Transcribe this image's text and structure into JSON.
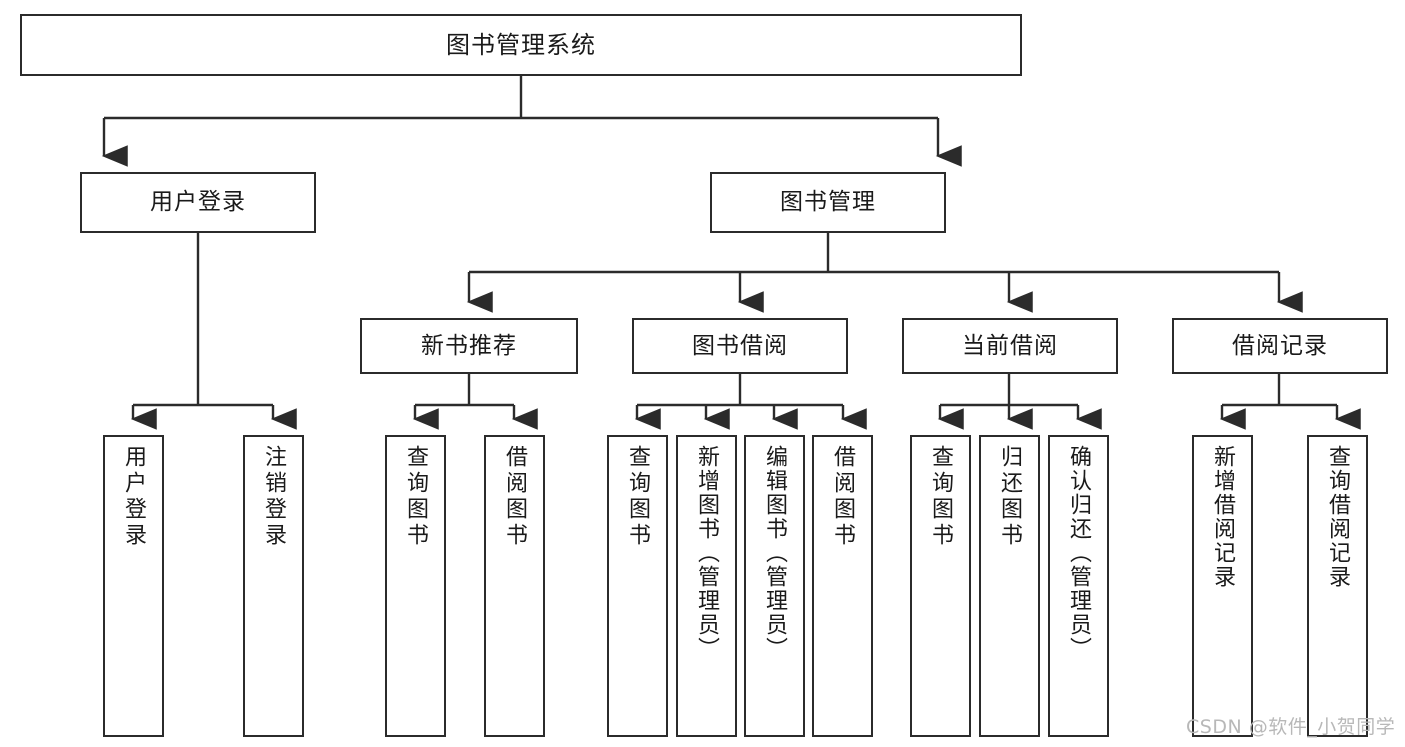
{
  "diagram": {
    "type": "tree",
    "title": "图书管理系统",
    "root": {
      "label": "图书管理系统"
    },
    "level1": [
      {
        "label": "用户登录"
      },
      {
        "label": "图书管理"
      }
    ],
    "level2": [
      {
        "label": "新书推荐"
      },
      {
        "label": "图书借阅"
      },
      {
        "label": "当前借阅"
      },
      {
        "label": "借阅记录"
      }
    ],
    "leaves": {
      "user_login": [
        {
          "label": "用户登录"
        },
        {
          "label": "注销登录"
        }
      ],
      "new_book_recommend": [
        {
          "label": "查询图书"
        },
        {
          "label": "借阅图书"
        }
      ],
      "book_borrow": [
        {
          "label": "查询图书"
        },
        {
          "label": "新增图书（管理员）"
        },
        {
          "label": "编辑图书（管理员）"
        },
        {
          "label": "借阅图书"
        }
      ],
      "current_borrow": [
        {
          "label": "查询图书"
        },
        {
          "label": "归还图书"
        },
        {
          "label": "确认归还（管理员）"
        }
      ],
      "borrow_record": [
        {
          "label": "新增借阅记录"
        },
        {
          "label": "查询借阅记录"
        }
      ]
    }
  },
  "watermark": {
    "text": "CSDN @软件_小贺同学"
  },
  "colors": {
    "stroke": "#2b2b2b",
    "background": "#ffffff",
    "text": "#1a1a1a",
    "watermark": "#b8b8b8"
  }
}
